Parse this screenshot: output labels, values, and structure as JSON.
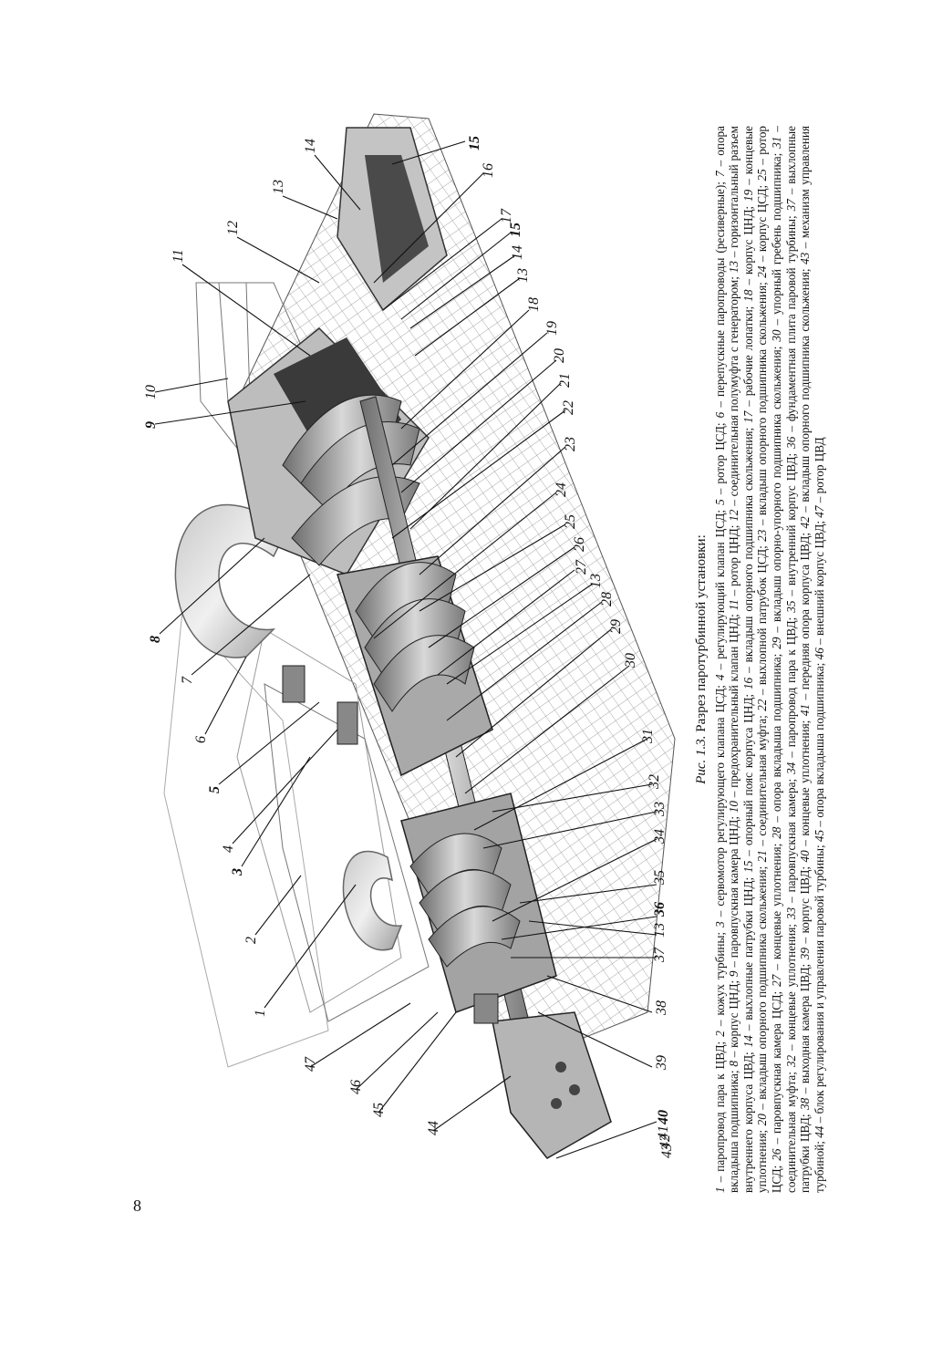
{
  "page": {
    "number": "8"
  },
  "figure": {
    "caption_label": "Рис. 1.3.",
    "caption_title": "Разрез паротурбинной установки:",
    "legend": [
      {
        "num": "1",
        "text": "паропровод пара к ЦВД"
      },
      {
        "num": "2",
        "text": "кожух турбины"
      },
      {
        "num": "3",
        "text": "сервомотор регулирующего клапана ЦСД"
      },
      {
        "num": "4",
        "text": "регулирующий клапан ЦСД"
      },
      {
        "num": "5",
        "text": "ротор ЦСД"
      },
      {
        "num": "6",
        "text": "перепускные паропроводы (ресиверные)"
      },
      {
        "num": "7",
        "text": "опора вкладыша подшипника"
      },
      {
        "num": "8",
        "text": "корпус ЦНД"
      },
      {
        "num": "9",
        "text": "паровпускная камера ЦНД"
      },
      {
        "num": "10",
        "text": "предохранительный клапан ЦНД"
      },
      {
        "num": "11",
        "text": "ротор ЦНД"
      },
      {
        "num": "12",
        "text": "соединительная полумуфта с генератором"
      },
      {
        "num": "13",
        "text": "горизонтальный разъем внутреннего корпуса ЦВД"
      },
      {
        "num": "14",
        "text": "выхлопные патрубки ЦНД"
      },
      {
        "num": "15",
        "text": "опорный пояс корпуса ЦНД"
      },
      {
        "num": "16",
        "text": "вкладыш опорного подшипника скольжения"
      },
      {
        "num": "17",
        "text": "рабочие лопатки"
      },
      {
        "num": "18",
        "text": "корпус ЦНД"
      },
      {
        "num": "19",
        "text": "концевые уплотнения"
      },
      {
        "num": "20",
        "text": "вкладыш опорного подшипника скольжения"
      },
      {
        "num": "21",
        "text": "соединительная муфта"
      },
      {
        "num": "22",
        "text": "выхлопной патрубок ЦСД"
      },
      {
        "num": "23",
        "text": "вкладыш опорного подшипника скольжения"
      },
      {
        "num": "24",
        "text": "корпус ЦСД"
      },
      {
        "num": "25",
        "text": "ротор ЦСД"
      },
      {
        "num": "26",
        "text": "паровпускная камера ЦСД"
      },
      {
        "num": "27",
        "text": "концевые уплотнения"
      },
      {
        "num": "28",
        "text": "опора вкладыша подшипника"
      },
      {
        "num": "29",
        "text": "вкладыш опорно-упорного подшипника скольжения"
      },
      {
        "num": "30",
        "text": "упорный гребень подшипника"
      },
      {
        "num": "31",
        "text": "соединительная муфта"
      },
      {
        "num": "32",
        "text": "концевые уплотнения"
      },
      {
        "num": "33",
        "text": "паровпускная камера"
      },
      {
        "num": "34",
        "text": "паропровод пара к ЦВД"
      },
      {
        "num": "35",
        "text": "внутренний корпус ЦВД"
      },
      {
        "num": "36",
        "text": "фундаментная плита паровой турбины"
      },
      {
        "num": "37",
        "text": "выхлопные патрубки ЦВД"
      },
      {
        "num": "38",
        "text": "выходная камера ЦВД"
      },
      {
        "num": "39",
        "text": "корпус ЦВД"
      },
      {
        "num": "40",
        "text": "концевые уплотнения"
      },
      {
        "num": "41",
        "text": "передняя опора корпуса ЦВД"
      },
      {
        "num": "42",
        "text": "вкладыш опорного подшипника скольжения"
      },
      {
        "num": "43",
        "text": "механизм управления турбиной"
      },
      {
        "num": "44",
        "text": "блок регулирования и управления паровой турбины"
      },
      {
        "num": "45",
        "text": "опора вкладыша подшипника"
      },
      {
        "num": "46",
        "text": "внешний корпус ЦВД"
      },
      {
        "num": "47",
        "text": "ротор ЦВД"
      }
    ],
    "callouts_left": [
      "1",
      "2",
      "3",
      "4",
      "5",
      "6",
      "7",
      "8",
      "9",
      "10",
      "11",
      "12",
      "13",
      "14"
    ],
    "callouts_top": [
      "15",
      "16",
      "17",
      "15",
      "14",
      "13",
      "18",
      "19",
      "20",
      "21",
      "22",
      "23",
      "24",
      "25",
      "26",
      "27",
      "13",
      "28",
      "29",
      "30",
      "31",
      "32",
      "33",
      "34",
      "35",
      "36",
      "13",
      "37",
      "38",
      "39",
      "40",
      "41",
      "42",
      "43"
    ],
    "callouts_bottom": [
      "47",
      "46",
      "45",
      "44"
    ],
    "bold_callouts": [
      "3",
      "5",
      "8",
      "9",
      "15",
      "36",
      "40"
    ]
  },
  "colors": {
    "ink": "#111111",
    "metal": "#9a9a9a",
    "dark": "#2a2a2a",
    "light": "#d9d9d9"
  }
}
